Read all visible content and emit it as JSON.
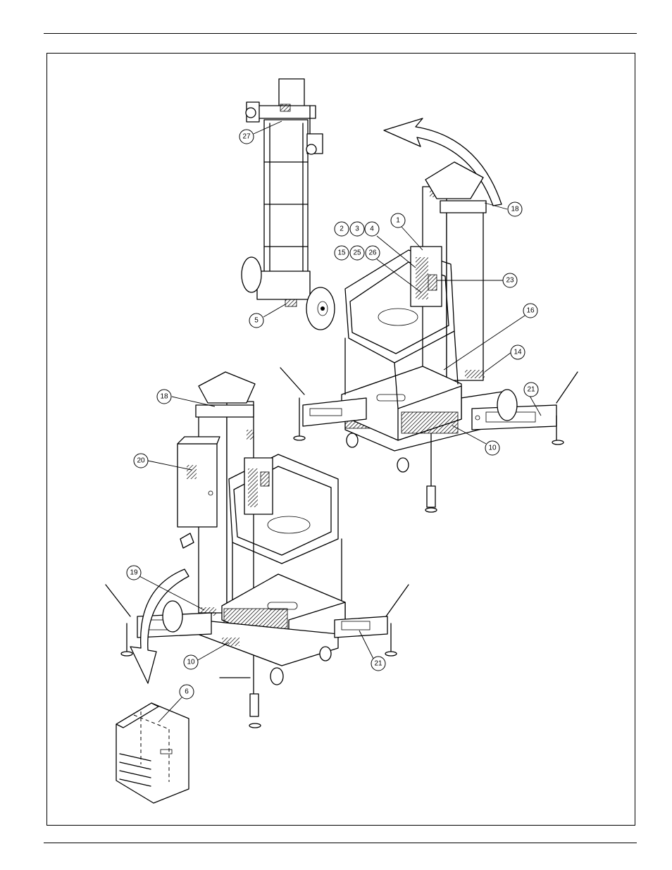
{
  "diagram": {
    "callouts": [
      {
        "id": "c27",
        "label": "27"
      },
      {
        "id": "c5",
        "label": "5"
      },
      {
        "id": "c18a",
        "label": "18"
      },
      {
        "id": "c2",
        "label": "2"
      },
      {
        "id": "c3",
        "label": "3"
      },
      {
        "id": "c4",
        "label": "4"
      },
      {
        "id": "c1",
        "label": "1"
      },
      {
        "id": "c15",
        "label": "15"
      },
      {
        "id": "c25",
        "label": "25"
      },
      {
        "id": "c26",
        "label": "26"
      },
      {
        "id": "c23",
        "label": "23"
      },
      {
        "id": "c16",
        "label": "16"
      },
      {
        "id": "c14",
        "label": "14"
      },
      {
        "id": "c21a",
        "label": "21"
      },
      {
        "id": "c10a",
        "label": "10"
      },
      {
        "id": "c18b",
        "label": "18"
      },
      {
        "id": "c20",
        "label": "20"
      },
      {
        "id": "c19",
        "label": "19"
      },
      {
        "id": "c10b",
        "label": "10"
      },
      {
        "id": "c21b",
        "label": "21"
      },
      {
        "id": "c6",
        "label": "6"
      }
    ]
  }
}
